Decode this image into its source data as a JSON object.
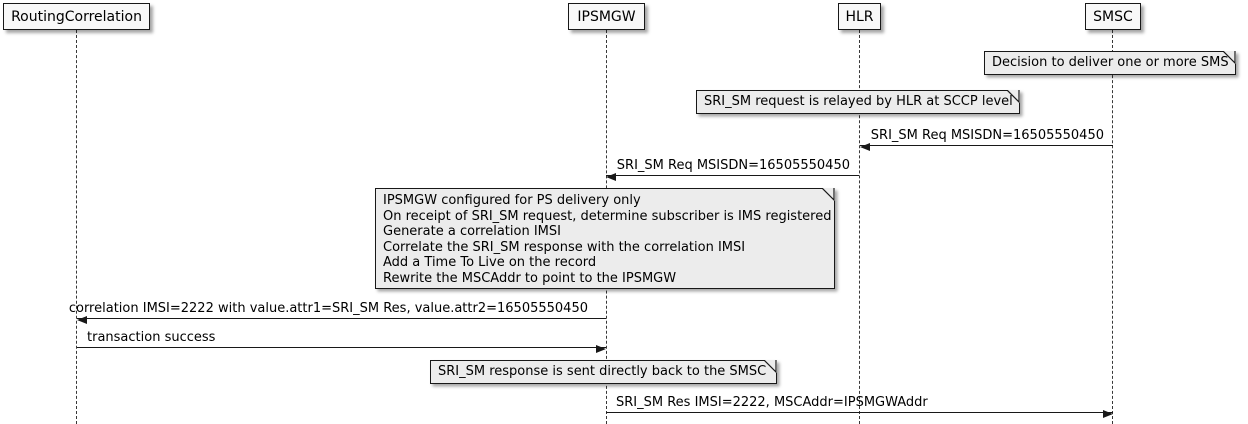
{
  "diagram": {
    "type": "uml-sequence-diagram",
    "participants": [
      {
        "id": "routingcorrelation",
        "label": "RoutingCorrelation"
      },
      {
        "id": "ipsmgw",
        "label": "IPSMGW"
      },
      {
        "id": "hlr",
        "label": "HLR"
      },
      {
        "id": "smsc",
        "label": "SMSC"
      }
    ],
    "notes": [
      {
        "over": "SMSC",
        "text": "Decision to deliver one or more SMS"
      },
      {
        "over": "HLR",
        "text": "SRI_SM request is relayed by HLR at SCCP level"
      },
      {
        "over": "IPSMGW",
        "lines": [
          "IPSMGW configured for PS delivery only",
          "On receipt of SRI_SM request, determine subscriber is IMS registered",
          "Generate a correlation IMSI",
          "Correlate the SRI_SM response with the correlation IMSI",
          "Add a Time To Live on the record",
          "Rewrite the MSCAddr to point to the IPSMGW"
        ]
      },
      {
        "over": "IPSMGW",
        "text": "SRI_SM response is sent directly back to the SMSC"
      }
    ],
    "messages": [
      {
        "from": "SMSC",
        "to": "HLR",
        "label": "SRI_SM Req MSISDN=16505550450"
      },
      {
        "from": "HLR",
        "to": "IPSMGW",
        "label": "SRI_SM Req MSISDN=16505550450"
      },
      {
        "from": "IPSMGW",
        "to": "RoutingCorrelation",
        "label": "correlation IMSI=2222 with value.attr1=SRI_SM Res, value.attr2=16505550450"
      },
      {
        "from": "RoutingCorrelation",
        "to": "IPSMGW",
        "label": "transaction success"
      },
      {
        "from": "IPSMGW",
        "to": "SMSC",
        "label": "SRI_SM Res IMSI=2222, MSCAddr=IPSMGWAddr"
      }
    ],
    "colors": {
      "background": "#ffffff",
      "participant_fill": "#f8f8f8",
      "note_fill": "#ececec",
      "border": "#181818",
      "text": "#000000"
    }
  }
}
